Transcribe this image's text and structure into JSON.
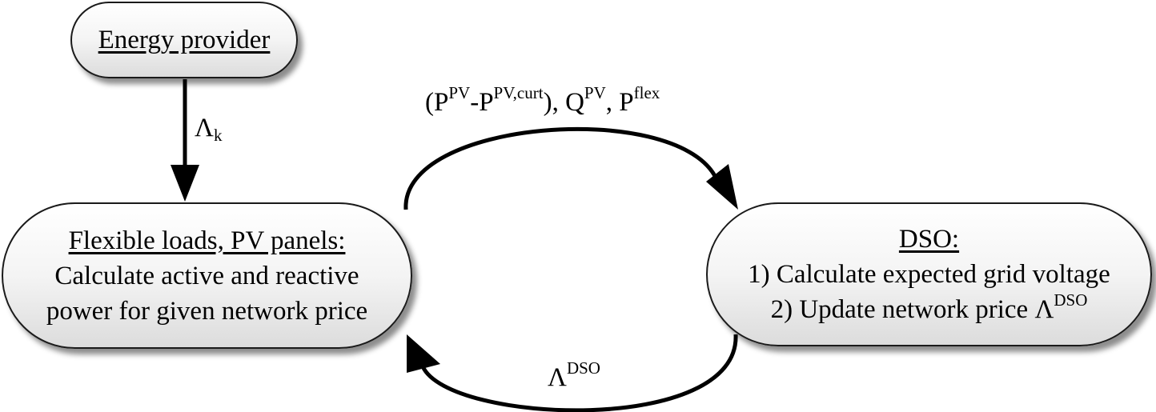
{
  "nodes": {
    "energy_provider": {
      "title": "Energy provider"
    },
    "flexible_loads": {
      "title": "Flexible loads, PV panels:",
      "line1": "Calculate active and reactive",
      "line2": "power for given network price"
    },
    "dso": {
      "title": "DSO:",
      "line1": "1) Calculate expected grid voltage",
      "line2": "2) Update network price Λ",
      "line2_sup": "DSO"
    }
  },
  "edges": {
    "provider_to_flex": {
      "label": "Λ",
      "label_sub": "k"
    },
    "flex_to_dso": {
      "open": "(P",
      "sup1": "PV",
      "dash": "-P",
      "sup2": "PV,curt",
      "mid": "), Q",
      "sup3": "PV",
      "sep": ", P",
      "sup4": "flex"
    },
    "dso_to_flex": {
      "label": "Λ",
      "label_sup": "DSO"
    }
  }
}
